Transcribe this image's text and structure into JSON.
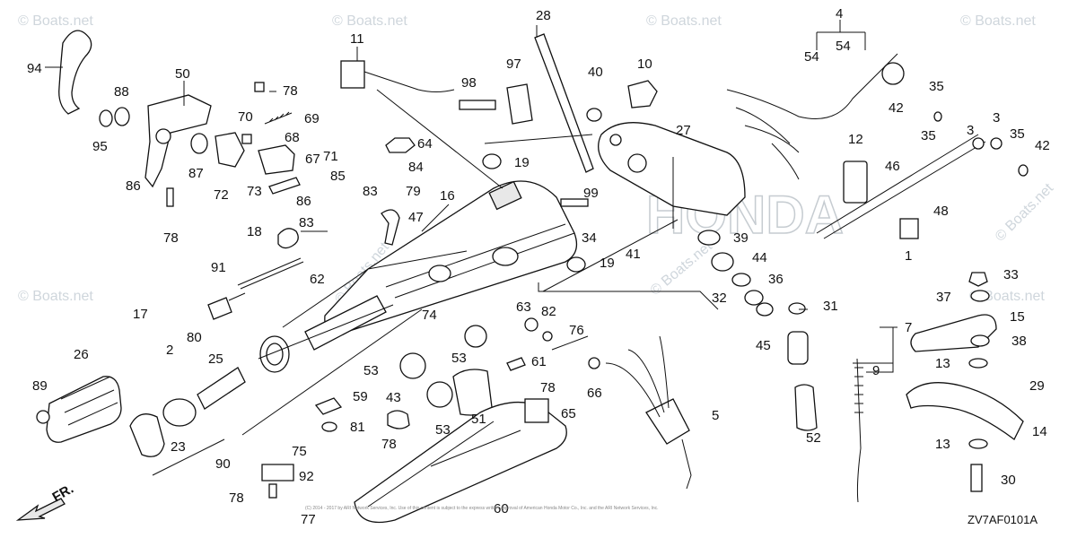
{
  "diagram": {
    "callouts": [
      "1",
      "2",
      "3",
      "3",
      "4",
      "5",
      "7",
      "9",
      "10",
      "11",
      "12",
      "13",
      "13",
      "14",
      "15",
      "16",
      "17",
      "18",
      "19",
      "19",
      "23",
      "25",
      "26",
      "27",
      "28",
      "29",
      "30",
      "31",
      "32",
      "33",
      "34",
      "35",
      "35",
      "35",
      "36",
      "37",
      "38",
      "39",
      "40",
      "41",
      "42",
      "42",
      "43",
      "44",
      "45",
      "46",
      "47",
      "48",
      "50",
      "51",
      "52",
      "53",
      "53",
      "53",
      "54",
      "54",
      "59",
      "60",
      "61",
      "62",
      "63",
      "64",
      "65",
      "66",
      "67",
      "68",
      "69",
      "70",
      "71",
      "72",
      "73",
      "74",
      "75",
      "76",
      "77",
      "78",
      "78",
      "78",
      "78",
      "78",
      "79",
      "80",
      "81",
      "82",
      "83",
      "83",
      "84",
      "85",
      "86",
      "86",
      "87",
      "88",
      "89",
      "90",
      "91",
      "92",
      "94",
      "95",
      "97",
      "98",
      "99"
    ],
    "direction_label": "FR.",
    "diagram_code": "ZV7AF0101A",
    "watermark": "© Boats.net",
    "background_logo": "HONDA",
    "copyright_text": "(C) 2014 - 2017 by ARI Network Services, Inc. Use of this content is subject to the express written approval of American Honda Motor Co., Inc. and the ARI Network Services, Inc."
  }
}
